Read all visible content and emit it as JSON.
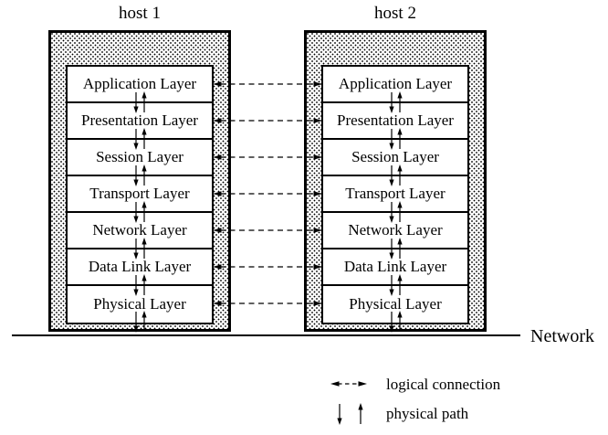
{
  "hosts": [
    {
      "title": "host 1"
    },
    {
      "title": "host 2"
    }
  ],
  "layers": [
    "Application Layer",
    "Presentation Layer",
    "Session Layer",
    "Transport Layer",
    "Network Layer",
    "Data Link Layer",
    "Physical Layer"
  ],
  "network_label": "Network",
  "legend": {
    "logical_label": "logical connection",
    "physical_label": "physical path"
  },
  "icons": {
    "logical_connection": "dashed-double-headed-arrow-icon",
    "physical_path": "down-up-arrows-icon"
  },
  "colors": {
    "ink": "#000000",
    "paper": "#ffffff"
  }
}
